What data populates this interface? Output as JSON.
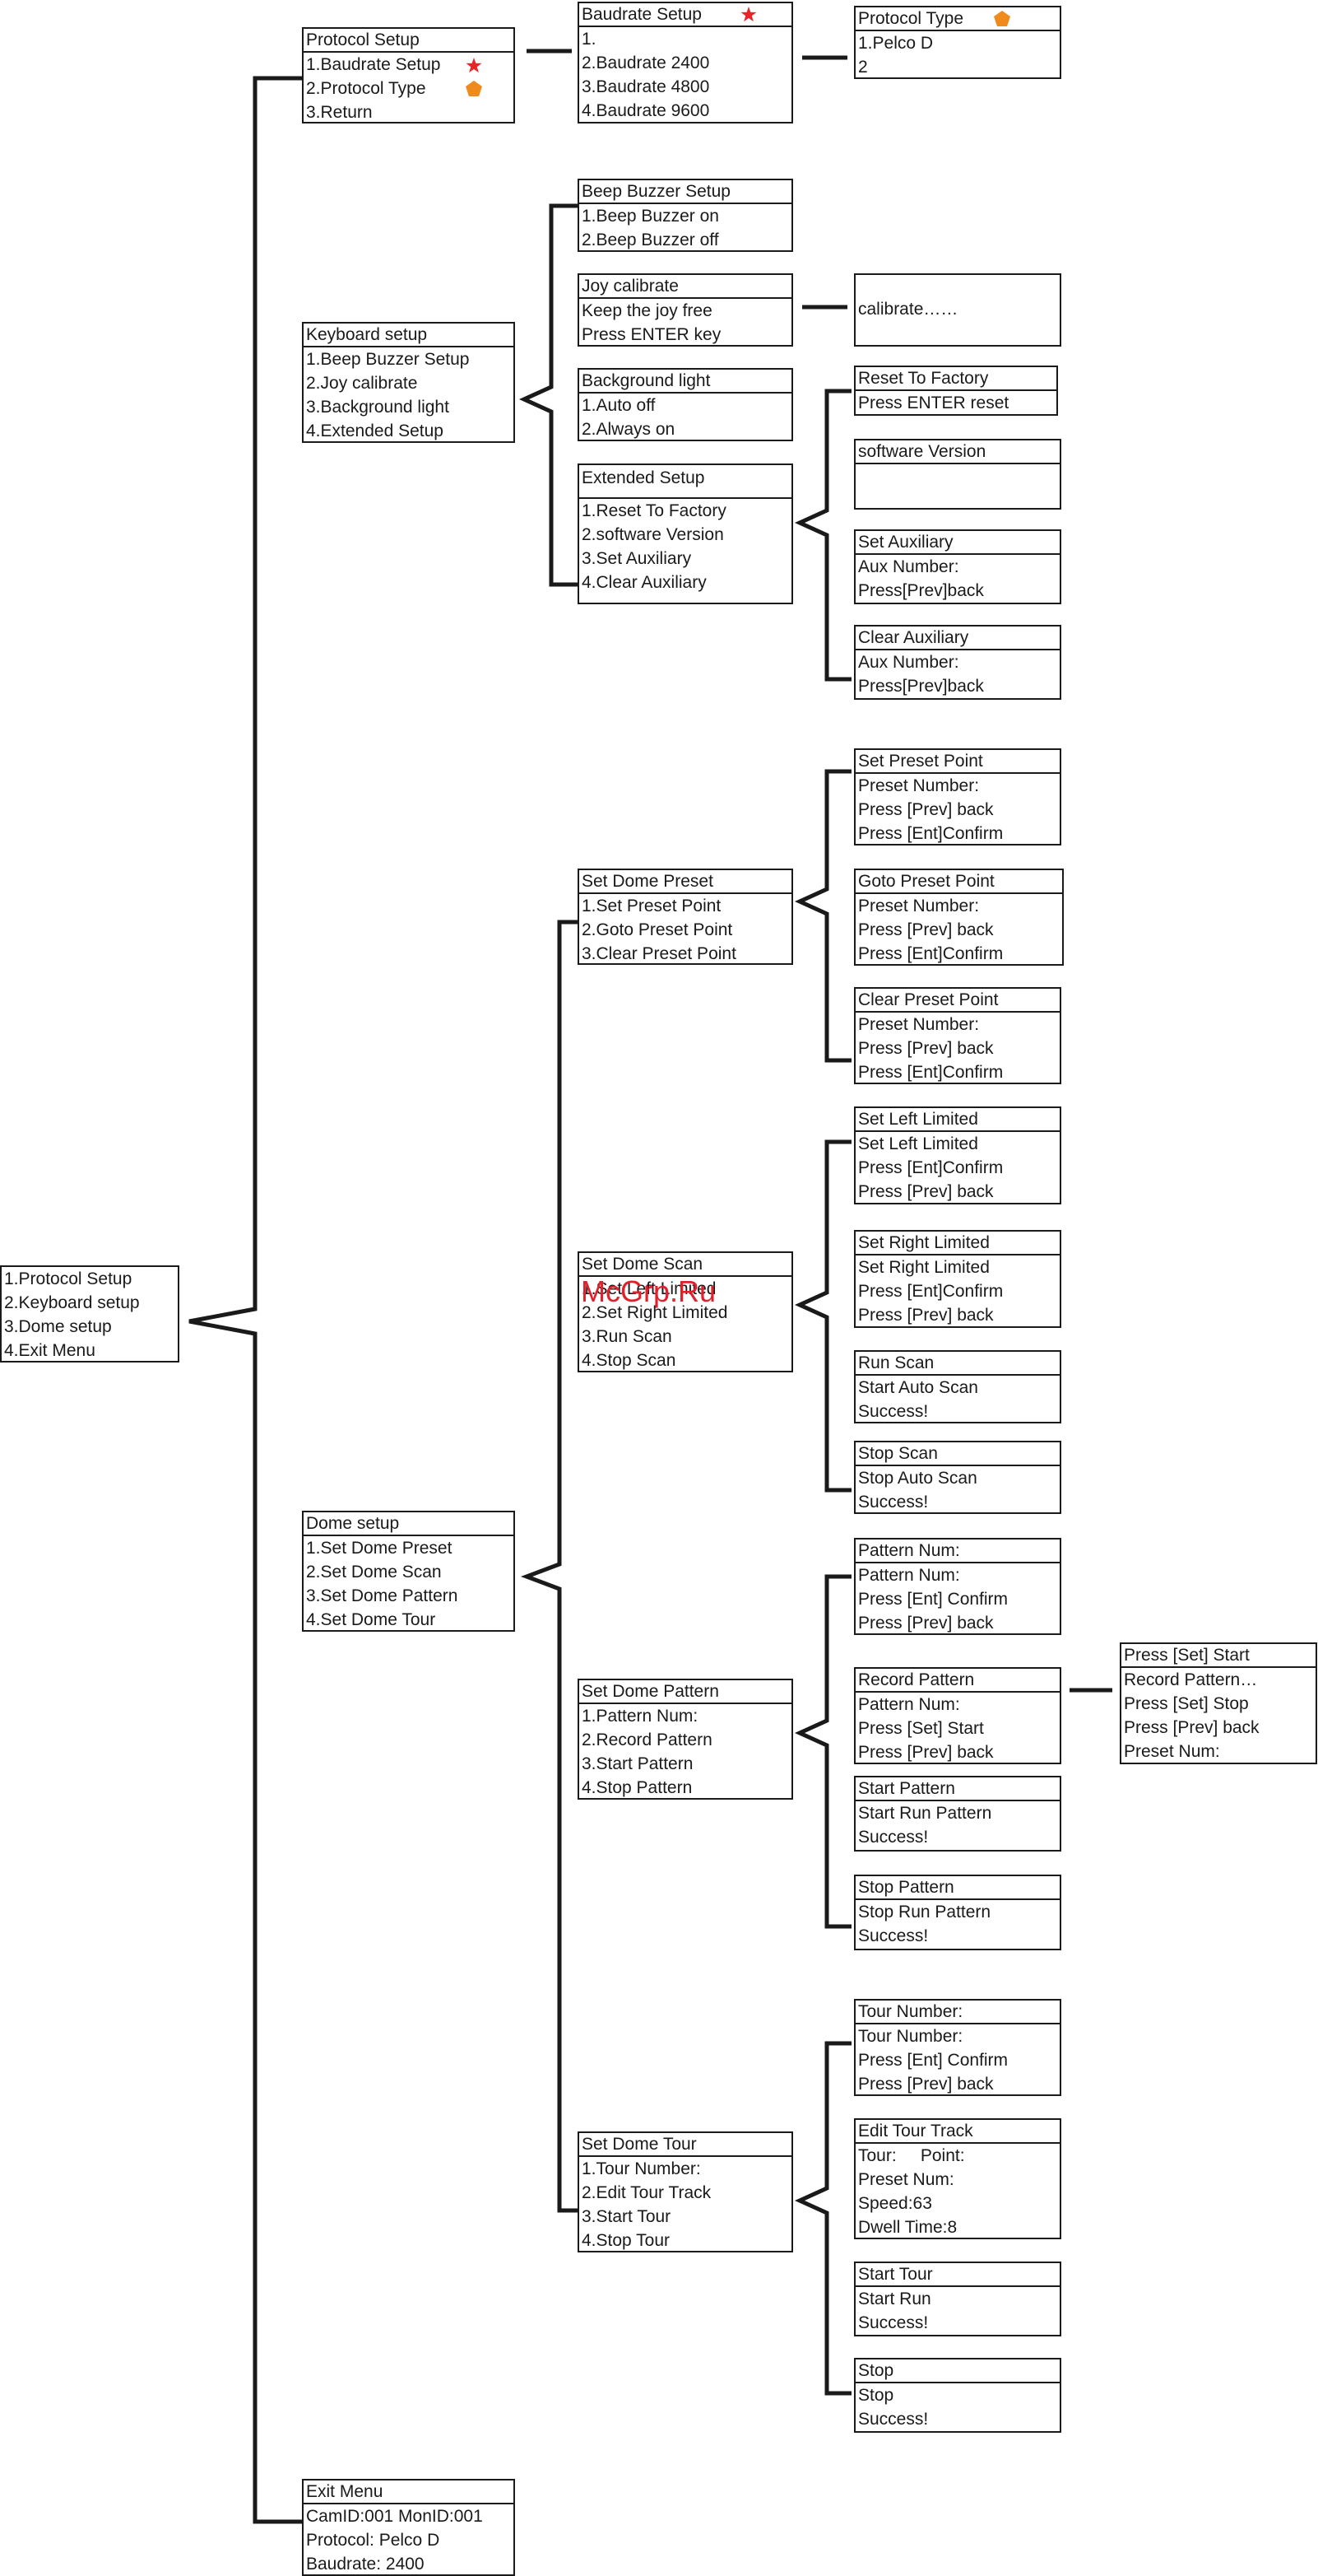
{
  "main_menu": [
    "1.Protocol Setup",
    "2.Keyboard setup",
    "3.Dome setup",
    "4.Exit Menu"
  ],
  "protocol_setup": {
    "title": "Protocol Setup",
    "items": [
      "1.Baudrate Setup",
      "2.Protocol Type",
      "3.Return"
    ]
  },
  "baudrate_setup": {
    "title": "Baudrate Setup",
    "items": [
      "1.",
      "2.Baudrate 2400",
      "3.Baudrate 4800",
      "4.Baudrate 9600"
    ]
  },
  "protocol_type": {
    "title": "Protocol Type",
    "items": [
      "1.Pelco D",
      "2"
    ]
  },
  "keyboard_setup": {
    "title": "Keyboard setup",
    "items": [
      "1.Beep Buzzer Setup",
      "2.Joy calibrate",
      "3.Background light",
      "4.Extended Setup"
    ]
  },
  "beep_buzzer": {
    "title": "Beep Buzzer Setup",
    "items": [
      "1.Beep Buzzer on",
      "2.Beep Buzzer off"
    ]
  },
  "joy_calibrate": {
    "title": "Joy calibrate",
    "items": [
      "Keep the joy free",
      "Press ENTER key"
    ]
  },
  "calibrate_text": "calibrate……",
  "background_light": {
    "title": "Background light",
    "items": [
      "1.Auto off",
      "2.Always on"
    ]
  },
  "extended_setup": {
    "title": "Extended Setup",
    "items": [
      "1.Reset To Factory",
      "2.software Version",
      "3.Set Auxiliary",
      "4.Clear Auxiliary"
    ]
  },
  "reset_factory": {
    "title": "Reset To Factory",
    "items": [
      "Press ENTER reset"
    ]
  },
  "software_version": {
    "title": "software Version"
  },
  "set_auxiliary": {
    "title": "Set Auxiliary",
    "items": [
      "Aux Number:",
      "Press[Prev]back"
    ]
  },
  "clear_auxiliary": {
    "title": "Clear Auxiliary",
    "items": [
      "Aux Number:",
      "Press[Prev]back"
    ]
  },
  "dome_setup": {
    "title": "Dome setup",
    "items": [
      "1.Set Dome Preset",
      "2.Set Dome Scan",
      "3.Set Dome Pattern",
      "4.Set Dome Tour"
    ]
  },
  "set_dome_preset": {
    "title": "Set Dome Preset",
    "items": [
      "1.Set Preset Point",
      "2.Goto Preset Point",
      "3.Clear Preset Point"
    ]
  },
  "set_preset_point": {
    "title": "Set Preset Point",
    "items": [
      "Preset Number:",
      "Press [Prev] back",
      "Press [Ent]Confirm"
    ]
  },
  "goto_preset_point": {
    "title": "Goto Preset Point",
    "items": [
      "Preset Number:",
      "Press [Prev] back",
      "Press [Ent]Confirm"
    ]
  },
  "clear_preset_point": {
    "title": "Clear Preset Point",
    "items": [
      "Preset Number:",
      "Press [Prev] back",
      "Press [Ent]Confirm"
    ]
  },
  "set_dome_scan": {
    "title": "Set Dome Scan",
    "items": [
      "1.Set Left Limited",
      "2.Set Right Limited",
      "3.Run Scan",
      "4.Stop Scan"
    ]
  },
  "set_left_limited": {
    "title": "Set Left Limited",
    "items": [
      "Set Left Limited",
      "Press [Ent]Confirm",
      "Press [Prev] back"
    ]
  },
  "set_right_limited": {
    "title": "Set Right Limited",
    "items": [
      "Set Right Limited",
      "Press [Ent]Confirm",
      "Press [Prev] back"
    ]
  },
  "run_scan": {
    "title": "Run Scan",
    "items": [
      "Start Auto Scan",
      "Success!"
    ]
  },
  "stop_scan": {
    "title": "Stop Scan",
    "items": [
      "Stop Auto Scan",
      "Success!"
    ]
  },
  "set_dome_pattern": {
    "title": "Set Dome Pattern",
    "items": [
      "1.Pattern Num:",
      "2.Record Pattern",
      "3.Start Pattern",
      "4.Stop Pattern"
    ]
  },
  "pattern_num": {
    "title": "Pattern Num:",
    "items": [
      "Pattern Num:",
      "Press [Ent] Confirm",
      "Press [Prev] back"
    ]
  },
  "record_pattern": {
    "title": "Record Pattern",
    "items": [
      "Pattern Num:",
      "Press [Set] Start",
      "Press [Prev] back"
    ]
  },
  "record_detail": {
    "title": "Press [Set] Start",
    "items": [
      "Record Pattern…",
      "Press [Set] Stop",
      "Press [Prev] back",
      "Preset Num:"
    ]
  },
  "start_pattern": {
    "title": "Start Pattern",
    "items": [
      "Start Run Pattern",
      "Success!"
    ]
  },
  "stop_pattern": {
    "title": "Stop Pattern",
    "items": [
      "Stop Run Pattern",
      "Success!"
    ]
  },
  "set_dome_tour": {
    "title": "Set Dome Tour",
    "items": [
      "1.Tour Number:",
      "2.Edit Tour Track",
      "3.Start Tour",
      "4.Stop Tour"
    ]
  },
  "tour_number": {
    "title": "Tour Number:",
    "items": [
      "Tour Number:",
      "Press [Ent] Confirm",
      "Press [Prev] back"
    ]
  },
  "edit_tour_track": {
    "title": "Edit Tour Track",
    "items": [
      "Tour:     Point:",
      "Preset Num:",
      "Speed:63",
      "Dwell Time:8"
    ]
  },
  "start_tour": {
    "title": "Start Tour",
    "items": [
      "Start Run",
      "Success!"
    ]
  },
  "stop_tour": {
    "title": "Stop",
    "items": [
      "Stop",
      "Success!"
    ]
  },
  "exit_menu": {
    "title": "Exit Menu",
    "items": [
      "CamID:001 MonID:001",
      "Protocol: Pelco D",
      "Baudrate: 2400"
    ]
  },
  "watermark": "McGrp.Ru",
  "colors": {
    "star": "#e8262a",
    "pentagon": "#f08a1c",
    "line": "#1a1a1a"
  }
}
